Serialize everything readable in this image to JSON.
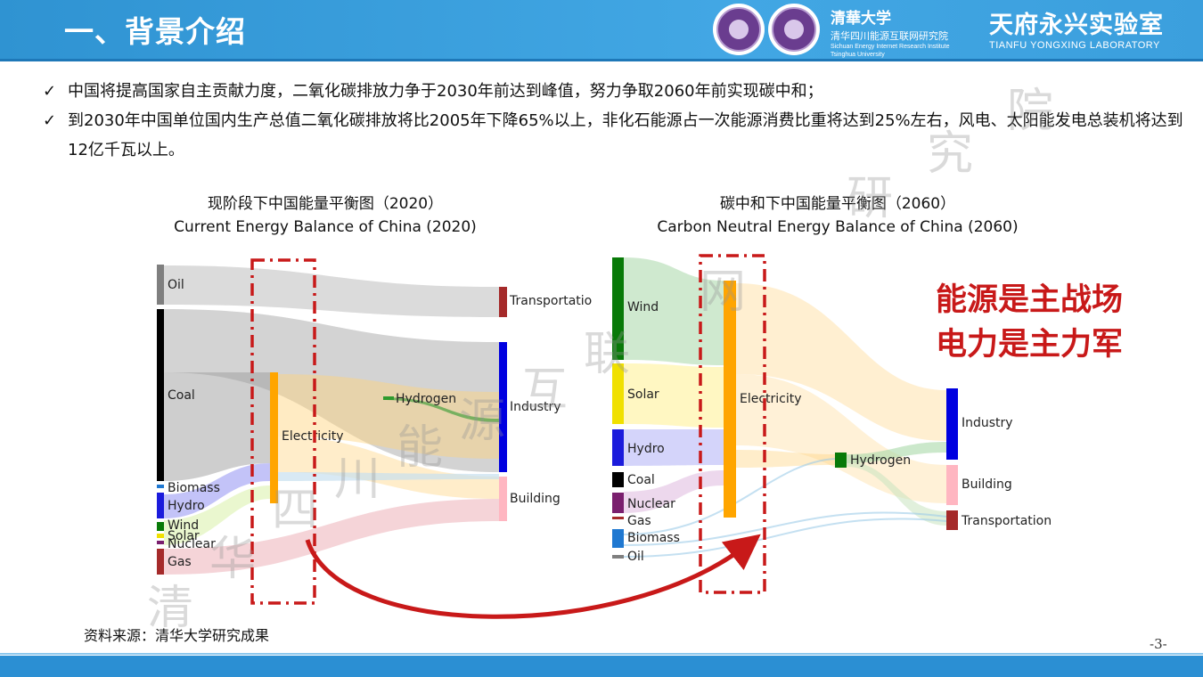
{
  "header": {
    "title": "一、背景介绍",
    "institute_logo_text": "清華大学",
    "institute_cn": "清华四川能源互联网研究院",
    "institute_en_1": "Sichuan Energy Internet Research Institute",
    "institute_en_2": "Tsinghua University",
    "lab_cn": "天府永兴实验室",
    "lab_en": "TIANFU YONGXING LABORATORY"
  },
  "bullets": [
    {
      "mark": "✓",
      "text": "中国将提高国家自主贡献力度，二氧化碳排放力争于2030年前达到峰值，努力争取2060年前实现碳中和；"
    },
    {
      "mark": "✓",
      "text": "到2030年中国单位国内生产总值二氧化碳排放将比2005年下降65%以上，非化石能源占一次能源消费比重将达到25%左右，风电、太阳能发电总装机将达到12亿千瓦以上。"
    }
  ],
  "diagram_left": {
    "title_cn": "现阶段下中国能量平衡图（2020）",
    "title_en": "Current Energy Balance of China (2020)",
    "sources": [
      "Oil",
      "Coal",
      "Biomass",
      "Hydro",
      "Wind",
      "Solar",
      "Nuclear",
      "Gas"
    ],
    "middle": [
      "Electricity",
      "Hydrogen"
    ],
    "sinks": [
      "Transportatio",
      "Industry",
      "Building"
    ]
  },
  "diagram_right": {
    "title_cn": "碳中和下中国能量平衡图（2060）",
    "title_en": "Carbon Neutral Energy Balance of China (2060)",
    "sources": [
      "Wind",
      "Solar",
      "Hydro",
      "Coal",
      "Nuclear",
      "Gas",
      "Biomass",
      "Oil"
    ],
    "middle": [
      "Electricity",
      "Hydrogen"
    ],
    "sinks": [
      "Industry",
      "Building",
      "Transportation"
    ]
  },
  "slogan": [
    "能源是主战场",
    "电力是主力军"
  ],
  "source": "资料来源：清华大学研究成果",
  "page_number": "-3-",
  "watermark": [
    "清",
    "华",
    "四",
    "川",
    "能",
    "源",
    "互",
    "联",
    "网",
    "研",
    "究",
    "院"
  ],
  "colors": {
    "header": "#3a9ddc",
    "oil": "#7f7f7f",
    "coal": "#000000",
    "biomass": "#1f78d1",
    "hydro": "#1b1bdc",
    "wind": "#087a08",
    "solar": "#f0e000",
    "nuclear": "#7a1f6e",
    "gas": "#a52a2a",
    "electricity": "#ffa500",
    "hydrogen": "#2e9a2e",
    "transport": "#a52a2a",
    "industry": "#0000e0",
    "building": "#ffb6c1",
    "highlight": "#c81919"
  }
}
